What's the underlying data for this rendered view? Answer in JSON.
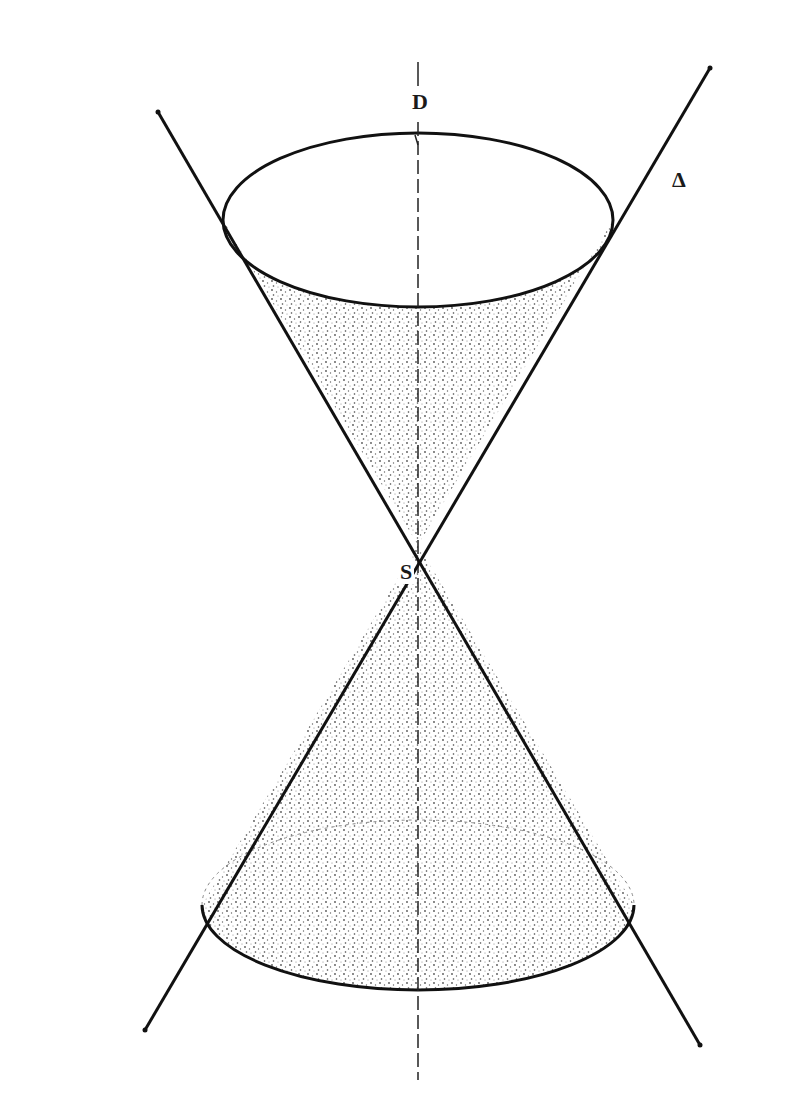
{
  "diagram": {
    "labels": [
      "D",
      "Δ",
      "S"
    ]
  }
}
